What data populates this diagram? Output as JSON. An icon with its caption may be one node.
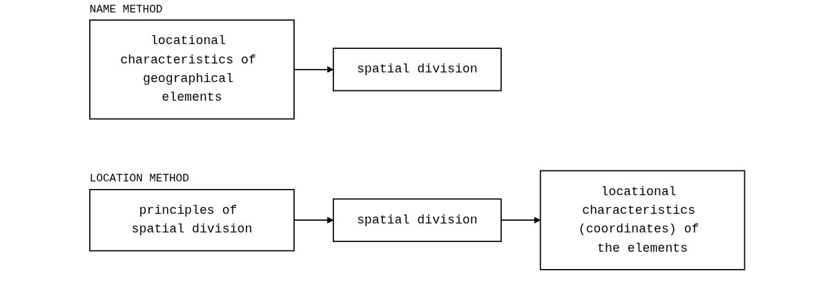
{
  "diagram": {
    "nodes": [
      {
        "text": [
          "locational characteristics of geographical elements"
        ]
      },
      {
        "text": [
          "spatial division"
        ]
      },
      {
        "text": [
          "principles of spatial division"
        ]
      },
      {
        "text": [
          "spatial division"
        ]
      },
      {
        "text": [
          "locational characteristics (coordinates) of the elements"
        ]
      }
    ],
    "edges": [
      {
        "from": 0,
        "to": 1,
        "arrow": "to"
      },
      {
        "from": 2,
        "to": 3,
        "arrow": "to"
      },
      {
        "from": 3,
        "to": 4,
        "arrow": "to"
      }
    ],
    "labels": [
      "NAME METHOD",
      "LOCATION METHOD"
    ]
  }
}
